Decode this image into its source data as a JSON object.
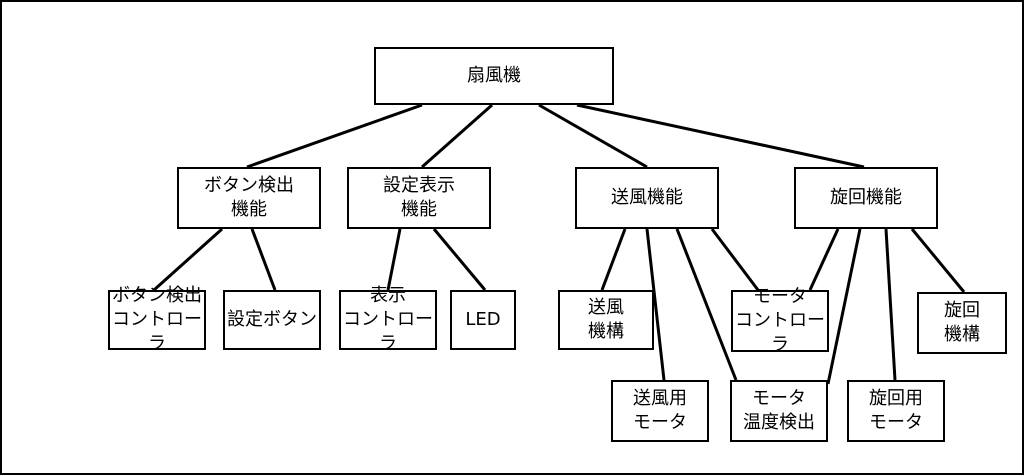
{
  "colors": {
    "line": "#000000",
    "box_border": "#000000",
    "background": "#ffffff"
  },
  "nodes": {
    "root": "扇風機",
    "button_detect": "ボタン検出\n機能",
    "setting_display": "設定表示\n機能",
    "fan_function": "送風機能",
    "rotation_function": "旋回機能",
    "button_detect_controller": "ボタン検出\nコントローラ",
    "setting_button": "設定ボタン",
    "display_controller": "表示\nコントローラ",
    "led": "LED",
    "fan_mechanism": "送風\n機構",
    "motor_controller": "モータ\nコントローラ",
    "rotation_mechanism": "旋回\n機構",
    "fan_motor": "送風用\nモータ",
    "motor_temp_detect": "モータ\n温度検出",
    "rotation_motor": "旋回用\nモータ"
  },
  "edges": [
    [
      "root",
      "button_detect"
    ],
    [
      "root",
      "setting_display"
    ],
    [
      "root",
      "fan_function"
    ],
    [
      "root",
      "rotation_function"
    ],
    [
      "button_detect",
      "button_detect_controller"
    ],
    [
      "button_detect",
      "setting_button"
    ],
    [
      "setting_display",
      "display_controller"
    ],
    [
      "setting_display",
      "led"
    ],
    [
      "fan_function",
      "fan_mechanism"
    ],
    [
      "fan_function",
      "fan_motor"
    ],
    [
      "fan_function",
      "motor_temp_detect"
    ],
    [
      "fan_function",
      "motor_controller"
    ],
    [
      "rotation_function",
      "motor_controller"
    ],
    [
      "rotation_function",
      "motor_temp_detect"
    ],
    [
      "rotation_function",
      "rotation_motor"
    ],
    [
      "rotation_function",
      "rotation_mechanism"
    ]
  ]
}
